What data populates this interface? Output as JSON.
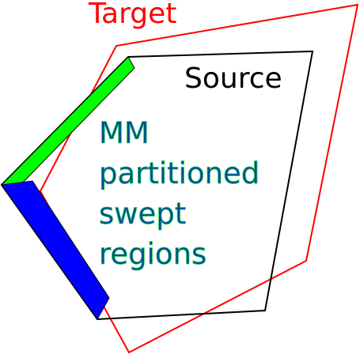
{
  "labels": {
    "target": "Target",
    "source": "Source",
    "caption_lines": [
      "MM",
      "partitioned",
      "swept",
      "regions"
    ]
  },
  "colors": {
    "target": "#ff0000",
    "source": "#000000",
    "region_green": "#00ff00",
    "region_blue": "#0000ff",
    "caption_fill": "#004c99",
    "caption_outline": "#22cc55"
  }
}
